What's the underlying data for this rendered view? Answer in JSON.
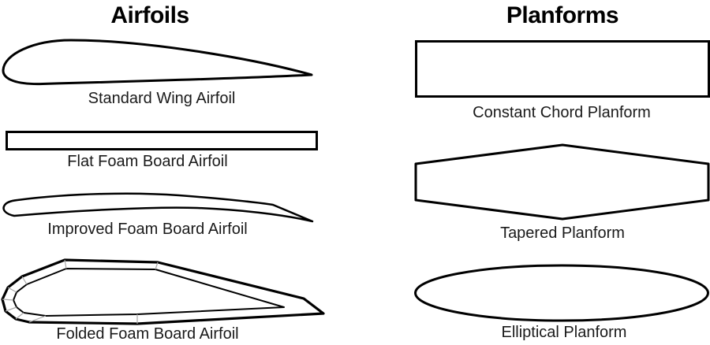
{
  "diagram": {
    "background_color": "#ffffff",
    "outline_color": "#000000",
    "fold_line_color": "#a8a8a8",
    "left_column": {
      "title": "Airfoils",
      "items": [
        {
          "label": "Standard Wing Airfoil",
          "shape": "standard-wing-airfoil-outline"
        },
        {
          "label": "Flat Foam Board Airfoil",
          "shape": "flat-rectangle-outline"
        },
        {
          "label": "Improved Foam Board Airfoil",
          "shape": "cambered-plate-outline"
        },
        {
          "label": "Folded Foam Board Airfoil",
          "shape": "segmented-folded-airfoil-outline"
        }
      ]
    },
    "right_column": {
      "title": "Planforms",
      "items": [
        {
          "label": "Constant Chord Planform",
          "shape": "rectangle-outline"
        },
        {
          "label": "Tapered Planform",
          "shape": "hexagon-outline"
        },
        {
          "label": "Elliptical Planform",
          "shape": "ellipse-outline"
        }
      ]
    }
  }
}
